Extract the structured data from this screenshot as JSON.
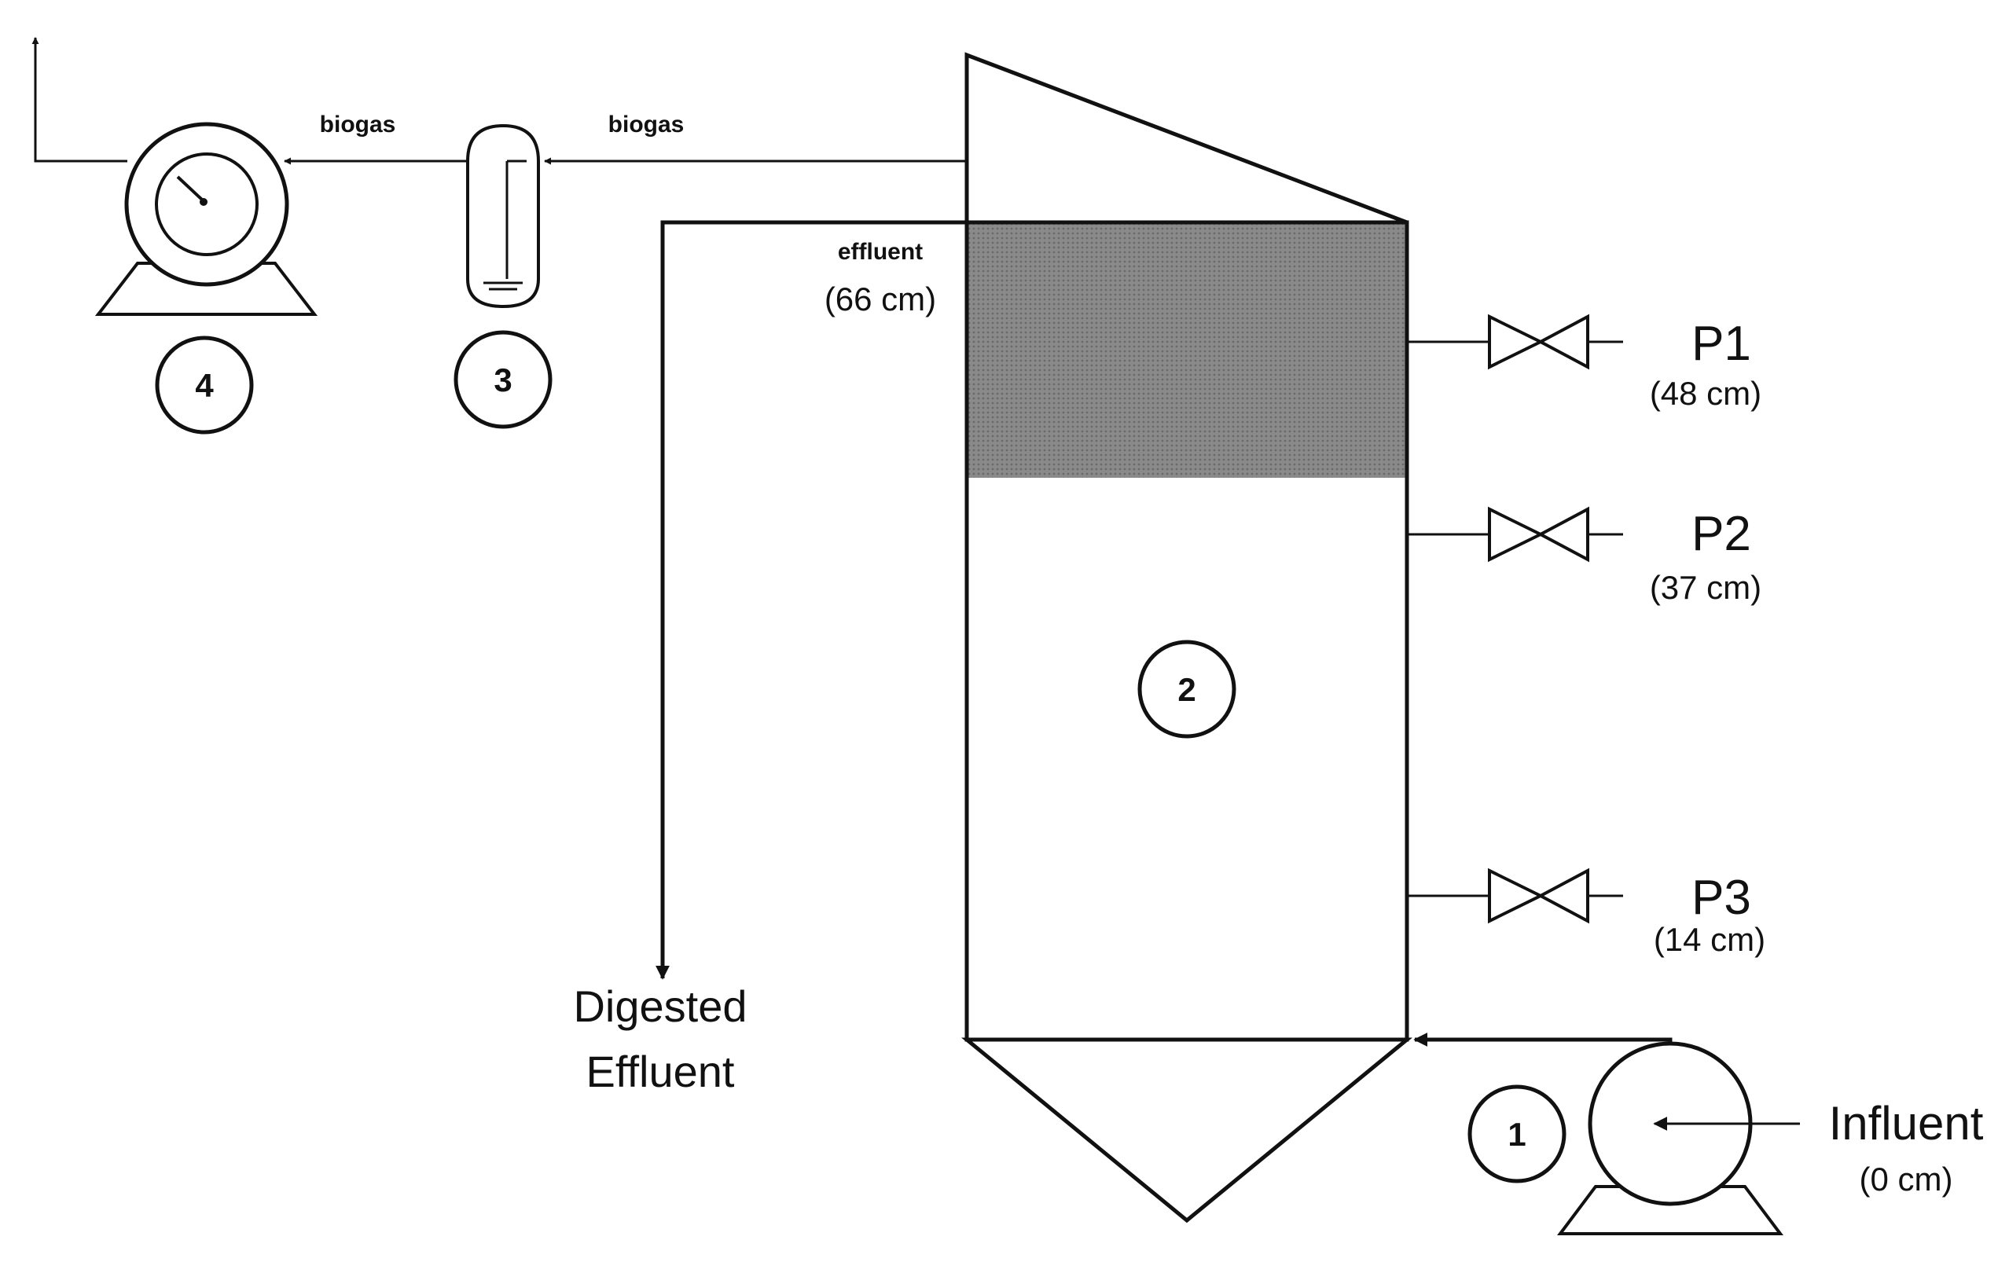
{
  "labels": {
    "biogas_left": "biogas",
    "biogas_right": "biogas",
    "effluent": "effluent",
    "effluent_height": "(66 cm)",
    "digested_line1": "Digested",
    "digested_line2": "Effluent",
    "influent": "Influent",
    "influent_height": "(0 cm)"
  },
  "ports": [
    {
      "name": "P1",
      "height": "(48 cm)"
    },
    {
      "name": "P2",
      "height": "(37 cm)"
    },
    {
      "name": "P3",
      "height": "(14 cm)"
    }
  ],
  "components": [
    "1",
    "2",
    "3",
    "4"
  ],
  "colors": {
    "line": "#111111",
    "sludge_fill": "#7a7a7a",
    "background": "#ffffff"
  }
}
